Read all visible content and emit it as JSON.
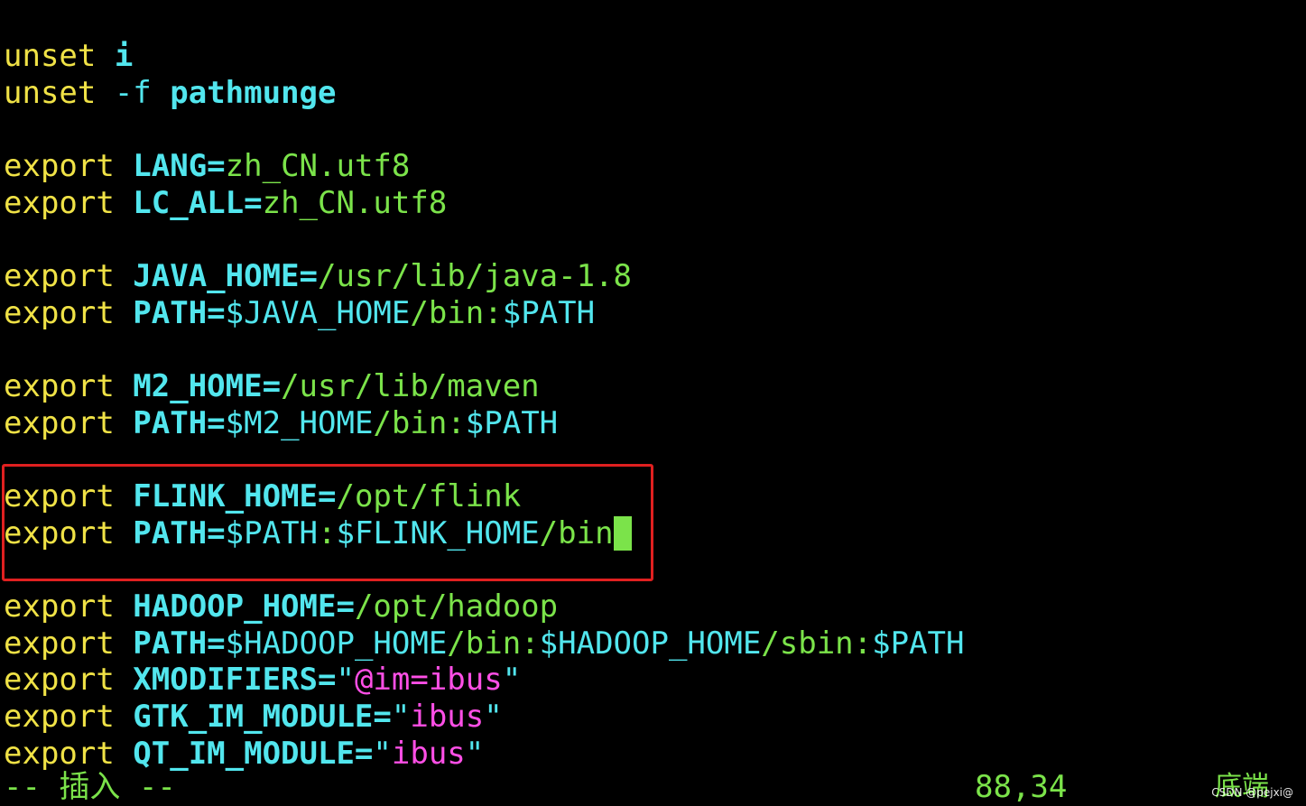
{
  "lines": [
    {
      "kw": "unset",
      "parts": [
        {
          "cls": "var",
          "text": "i"
        }
      ]
    },
    {
      "kw": "unset",
      "parts": [
        {
          "cls": "dim",
          "text": "-f "
        },
        {
          "cls": "var",
          "text": "pathmunge"
        }
      ]
    },
    {
      "kw": "export",
      "parts": [
        {
          "cls": "var",
          "text": "LANG="
        },
        {
          "cls": "val",
          "text": "zh_CN.utf8"
        }
      ]
    },
    {
      "kw": "export",
      "parts": [
        {
          "cls": "var",
          "text": "LC_ALL="
        },
        {
          "cls": "val",
          "text": "zh_CN.utf8"
        }
      ]
    },
    {
      "kw": "export",
      "parts": [
        {
          "cls": "var",
          "text": "JAVA_HOME="
        },
        {
          "cls": "val",
          "text": "/usr/lib/java-1.8"
        }
      ]
    },
    {
      "kw": "export",
      "parts": [
        {
          "cls": "var",
          "text": "PATH="
        },
        {
          "cls": "dim",
          "text": "$JAVA_HOME"
        },
        {
          "cls": "val",
          "text": "/bin:"
        },
        {
          "cls": "dim",
          "text": "$PATH"
        }
      ]
    },
    {
      "kw": "export",
      "parts": [
        {
          "cls": "var",
          "text": "M2_HOME="
        },
        {
          "cls": "val",
          "text": "/usr/lib/maven"
        }
      ]
    },
    {
      "kw": "export",
      "parts": [
        {
          "cls": "var",
          "text": "PATH="
        },
        {
          "cls": "dim",
          "text": "$M2_HOME"
        },
        {
          "cls": "val",
          "text": "/bin:"
        },
        {
          "cls": "dim",
          "text": "$PATH"
        }
      ]
    },
    {
      "kw": "export",
      "parts": [
        {
          "cls": "var",
          "text": "FLINK_HOME="
        },
        {
          "cls": "val",
          "text": "/opt/flink"
        }
      ]
    },
    {
      "kw": "export",
      "parts": [
        {
          "cls": "var",
          "text": "PATH="
        },
        {
          "cls": "dim",
          "text": "$PATH"
        },
        {
          "cls": "val",
          "text": ":"
        },
        {
          "cls": "dim",
          "text": "$FLINK_HOME"
        },
        {
          "cls": "val",
          "text": "/bin"
        }
      ],
      "cursor": true
    },
    {
      "kw": "export",
      "parts": [
        {
          "cls": "var",
          "text": "HADOOP_HOME="
        },
        {
          "cls": "val",
          "text": "/opt/hadoop"
        }
      ]
    },
    {
      "kw": "export",
      "parts": [
        {
          "cls": "var",
          "text": "PATH="
        },
        {
          "cls": "dim",
          "text": "$HADOOP_HOME"
        },
        {
          "cls": "val",
          "text": "/bin:"
        },
        {
          "cls": "dim",
          "text": "$HADOOP_HOME"
        },
        {
          "cls": "val",
          "text": "/sbin:"
        },
        {
          "cls": "dim",
          "text": "$PATH"
        }
      ]
    },
    {
      "kw": "export",
      "parts": [
        {
          "cls": "var",
          "text": "XMODIFIERS="
        },
        {
          "cls": "dim",
          "text": "\""
        },
        {
          "cls": "str",
          "text": "@im=ibus"
        },
        {
          "cls": "dim",
          "text": "\""
        }
      ]
    },
    {
      "kw": "export",
      "parts": [
        {
          "cls": "var",
          "text": "GTK_IM_MODULE="
        },
        {
          "cls": "dim",
          "text": "\""
        },
        {
          "cls": "str",
          "text": "ibus"
        },
        {
          "cls": "dim",
          "text": "\""
        }
      ]
    },
    {
      "kw": "export",
      "parts": [
        {
          "cls": "var",
          "text": "QT_IM_MODULE="
        },
        {
          "cls": "dim",
          "text": "\""
        },
        {
          "cls": "str",
          "text": "ibus"
        },
        {
          "cls": "dim",
          "text": "\""
        }
      ]
    }
  ],
  "status": {
    "mode": "-- 插入 --",
    "position": "88,34",
    "scroll": "底端"
  },
  "watermark": "CSDN @pejxi@",
  "colors": {
    "keyword": "#f0e246",
    "variable": "#52e6ee",
    "value": "#7be34a",
    "string": "#ff4fe6",
    "highlight_box": "#e02020"
  }
}
